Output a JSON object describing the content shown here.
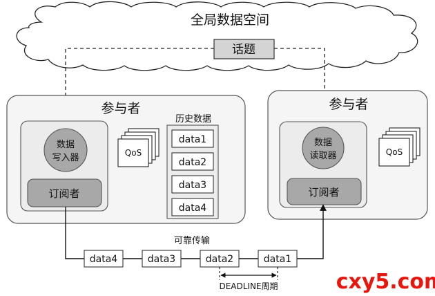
{
  "global_space": {
    "title": "全局数据空间",
    "topic": "话题"
  },
  "participant_left": {
    "title": "参与者",
    "writer_line1": "数据",
    "writer_line2": "写入器",
    "subscriber": "订阅者",
    "qos": "QoS",
    "history": {
      "title": "历史数据",
      "items": [
        "data1",
        "data2",
        "data3",
        "data4"
      ]
    }
  },
  "participant_right": {
    "title": "参与者",
    "reader_line1": "数据",
    "reader_line2": "读取器",
    "subscriber": "订阅者",
    "qos": "QoS"
  },
  "transport": {
    "label": "可靠传输",
    "packets": [
      "data4",
      "data3",
      "data2",
      "data1"
    ],
    "deadline": "DEADLINE周期"
  },
  "watermark": "cxy5.com"
}
